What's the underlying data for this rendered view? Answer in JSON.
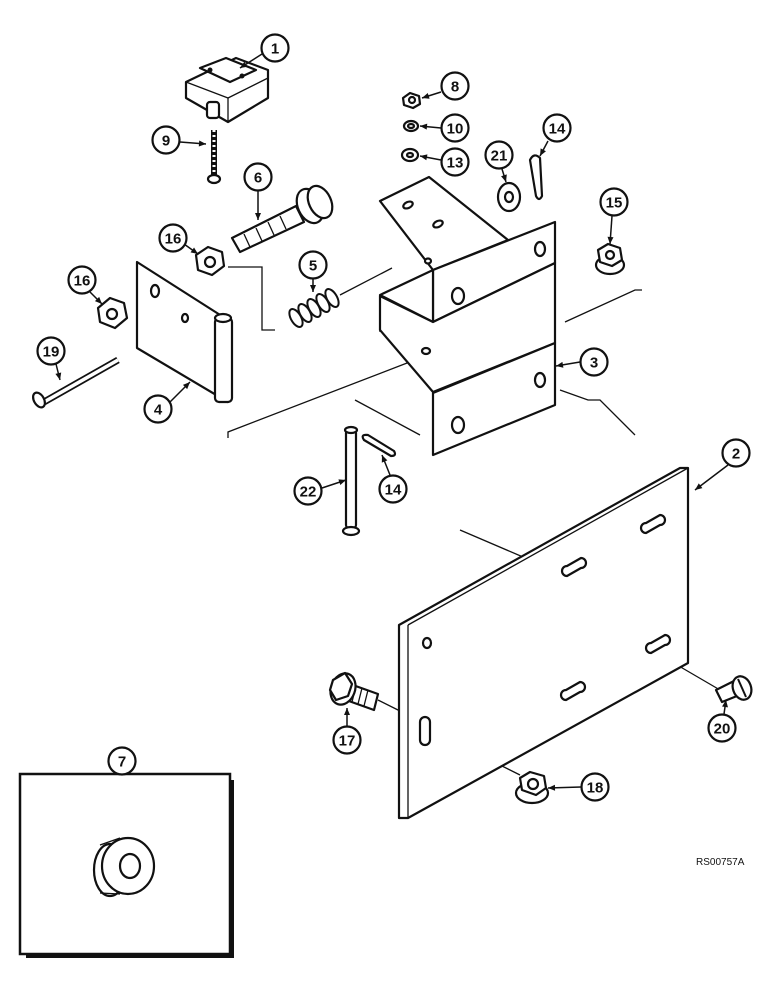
{
  "drawing_ref": "RS00757A",
  "inset": {
    "label": "7"
  },
  "callouts": [
    {
      "label": "1"
    },
    {
      "label": "9"
    },
    {
      "label": "6"
    },
    {
      "label": "16"
    },
    {
      "label": "16"
    },
    {
      "label": "5"
    },
    {
      "label": "19"
    },
    {
      "label": "4"
    },
    {
      "label": "8"
    },
    {
      "label": "10"
    },
    {
      "label": "13"
    },
    {
      "label": "21"
    },
    {
      "label": "14"
    },
    {
      "label": "15"
    },
    {
      "label": "3"
    },
    {
      "label": "22"
    },
    {
      "label": "14"
    },
    {
      "label": "2"
    },
    {
      "label": "17"
    },
    {
      "label": "20"
    },
    {
      "label": "18"
    }
  ]
}
